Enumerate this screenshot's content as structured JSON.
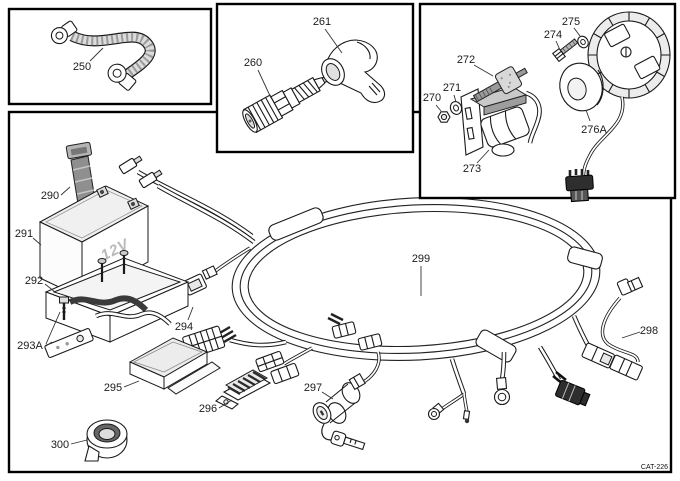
{
  "figure": {
    "code": "CAT-226",
    "battery_voltage_label": "12V",
    "callouts": {
      "c250": "250",
      "c260": "260",
      "c261": "261",
      "c270": "270",
      "c271": "271",
      "c272": "272",
      "c273": "273",
      "c274": "274",
      "c275": "275",
      "c276a": "276A",
      "c290": "290",
      "c291": "291",
      "c292": "292",
      "c293a": "293A",
      "c294": "294",
      "c295": "295",
      "c296": "296",
      "c297": "297",
      "c298": "298",
      "c299": "299",
      "c300": "300"
    }
  }
}
